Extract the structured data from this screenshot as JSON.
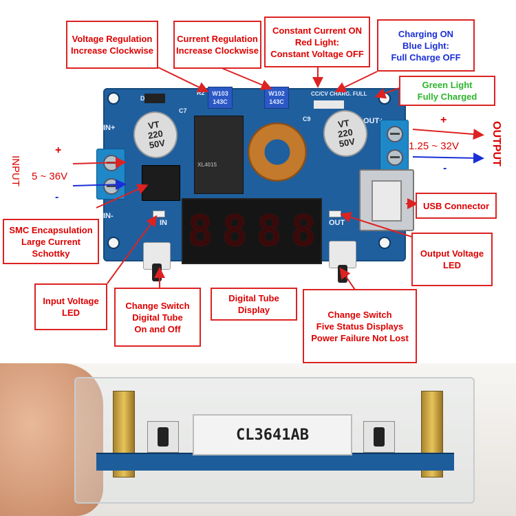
{
  "callouts": {
    "voltage_regulation": {
      "line1": "Voltage Regulation",
      "line2": "Increase Clockwise"
    },
    "current_regulation": {
      "line1": "Current Regulation",
      "line2": "Increase Clockwise"
    },
    "red_light": {
      "line1": "Constant Current ON",
      "line2": "Red Light:",
      "line3": "Constant Voltage OFF"
    },
    "blue_light": {
      "line1": "Charging ON",
      "line2": "Blue Light:",
      "line3": "Full Charge OFF"
    },
    "green_light": {
      "line1": "Green Light",
      "line2": "Fully Charged"
    },
    "usb": {
      "line1": "USB Connector"
    },
    "smc": {
      "line1": "SMC Encapsulation",
      "line2": "Large Current",
      "line3": "Schottky"
    },
    "output_led": {
      "line1": "Output Voltage",
      "line2": "LED"
    },
    "input_led": {
      "line1": "Input Voltage",
      "line2": "LED"
    },
    "change_switch_1": {
      "line1": "Change Switch",
      "line2": "Digital Tube",
      "line3": "On and Off"
    },
    "digital_tube": {
      "line1": "Digital Tube",
      "line2": "Display"
    },
    "change_switch_2": {
      "line1": "Change Switch",
      "line2": "Five Status Displays",
      "line3": "Power Failure Not Lost"
    }
  },
  "input": {
    "label": "INPUT",
    "plus": "+",
    "minus": "-",
    "range": "5 ~ 36V"
  },
  "output": {
    "label": "OUTPUT",
    "plus": "+",
    "minus": "-",
    "range": "1.25 ~ 32V"
  },
  "board": {
    "in_plus": "IN+",
    "in_minus": "IN-",
    "out_plus": "OUT+",
    "in_led": "IN",
    "out_led": "OUT",
    "led_labels": "CC/CV CHARG. FULL",
    "pot1": {
      "line1": "W103",
      "line2": "143C"
    },
    "pot2": {
      "line1": "W102",
      "line2": "143C"
    },
    "cap": {
      "line1": "VT",
      "line2": "220",
      "line3": "50V"
    },
    "r2": "R2",
    "c7": "C7",
    "c9": "C9",
    "d1": "D1",
    "chip": "XL4015",
    "digits": [
      "8",
      "8",
      "8",
      "8"
    ]
  },
  "photo": {
    "display_label": "CL3641AB"
  },
  "colors": {
    "callout_border": "#dd2222",
    "callout_text": "#dd0000",
    "blue_text": "#1a2fd6",
    "green_text": "#2db52d",
    "board": "#1f5f9e"
  }
}
